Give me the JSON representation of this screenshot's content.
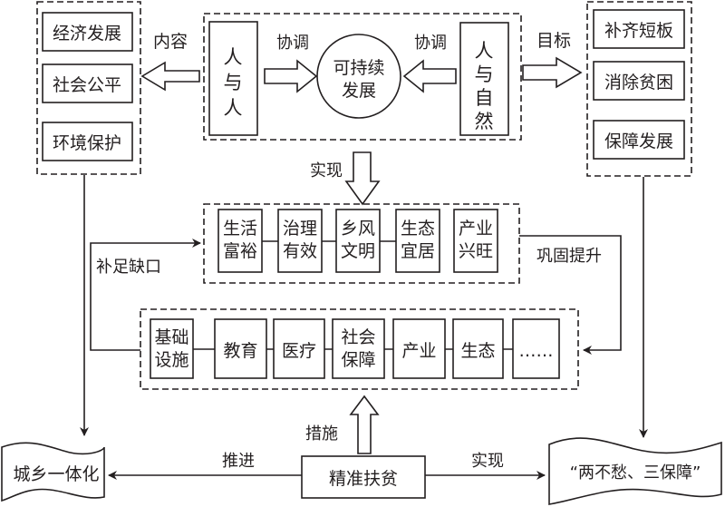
{
  "diagram": {
    "top": {
      "left_group": {
        "label": "内容",
        "items": [
          "经济发展",
          "社会公平",
          "环境保护"
        ]
      },
      "center_group": {
        "left_box": [
          "人",
          "与",
          "人"
        ],
        "left_arrow_label": "协调",
        "circle": [
          "可持续",
          "发展"
        ],
        "right_arrow_label": "协调",
        "right_box": [
          "人",
          "与",
          "自",
          "然"
        ]
      },
      "right_group": {
        "label": "目标",
        "items": [
          "补齐短板",
          "消除贫困",
          "保障发展"
        ]
      }
    },
    "realize_label": "实现",
    "middle_row": {
      "items": [
        [
          "生活",
          "富裕"
        ],
        [
          "治理",
          "有效"
        ],
        [
          "乡风",
          "文明"
        ],
        [
          "生态",
          "宜居"
        ],
        [
          "产业",
          "兴旺"
        ]
      ]
    },
    "left_loop_label": "补足缺口",
    "right_loop_label": "巩固提升",
    "lower_row": {
      "items": [
        [
          "基础",
          "设施"
        ],
        [
          "教育"
        ],
        [
          "医疗"
        ],
        [
          "社会",
          "保障"
        ],
        [
          "产业"
        ],
        [
          "生态"
        ],
        [
          "……"
        ]
      ]
    },
    "measures_label": "措施",
    "bottom": {
      "center": "精准扶贫",
      "left_arrow_label": "推进",
      "left_banner": "城乡一体化",
      "right_arrow_label": "实现",
      "right_banner": "“两不愁、三保障”"
    }
  }
}
